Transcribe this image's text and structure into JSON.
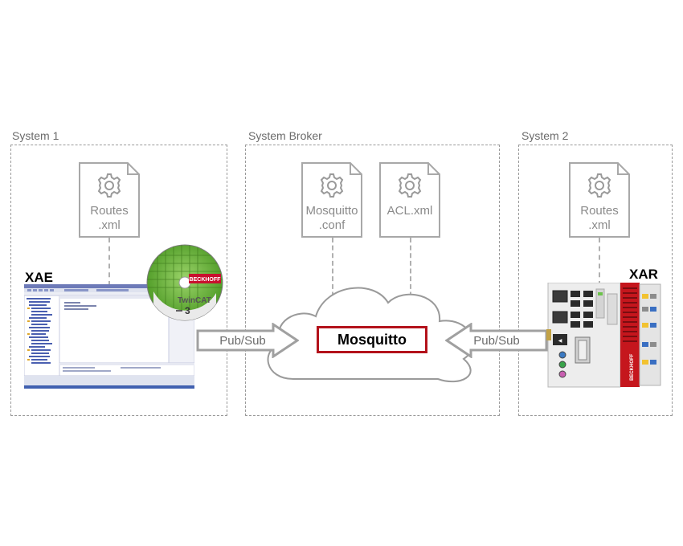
{
  "sections": {
    "system1": "System 1",
    "broker": "System Broker",
    "system2": "System 2"
  },
  "documents": {
    "routes1": [
      "Routes",
      ".xml"
    ],
    "mosquitto_conf": [
      "Mosquitto",
      ".conf"
    ],
    "acl": [
      "ACL.xml"
    ],
    "routes2": [
      "Routes",
      ".xml"
    ]
  },
  "labels": {
    "xae": "XAE",
    "xar": "XAR",
    "mosquitto": "Mosquitto",
    "pubsub_left": "Pub/Sub",
    "pubsub_right": "Pub/Sub"
  },
  "twincat_disc": {
    "brand": "BECKHOFF",
    "product": "TwinCAT",
    "version": "3"
  },
  "plc_device": {
    "brand": "BECKHOFF"
  },
  "colors": {
    "accent_red": "#b3121b",
    "disc_green": "#5aa52b",
    "dash_gray": "#9a9a9a"
  },
  "icons": [
    "gear-icon",
    "document-icon",
    "cloud-icon",
    "arrow-right-icon",
    "arrow-left-icon"
  ]
}
